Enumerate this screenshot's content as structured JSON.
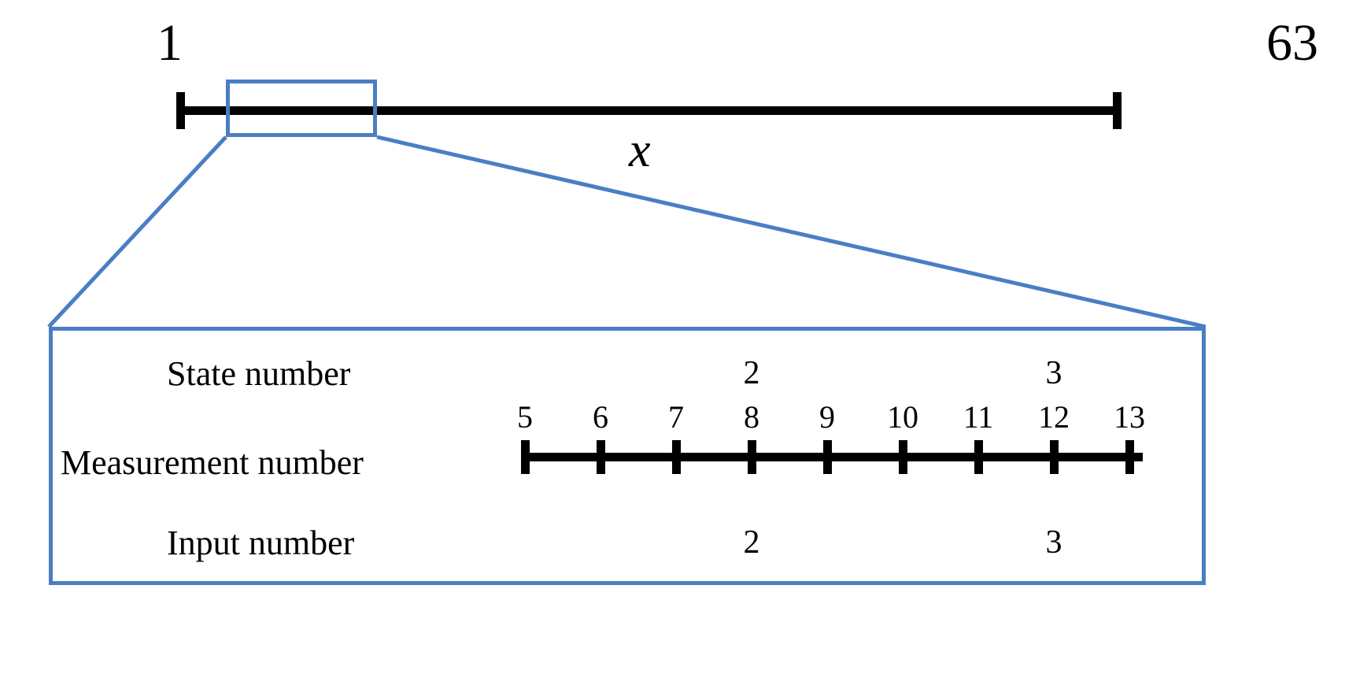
{
  "overview": {
    "start_label": "1",
    "end_label": "63",
    "variable_label": "x"
  },
  "detail": {
    "row_labels": {
      "state": "State number",
      "measurement": "Measurement number",
      "input": "Input number"
    },
    "measurement_numbers": [
      "5",
      "6",
      "7",
      "8",
      "9",
      "10",
      "11",
      "12",
      "13"
    ],
    "state_numbers": [
      {
        "value": "2",
        "at_measurement": "8"
      },
      {
        "value": "3",
        "at_measurement": "12"
      }
    ],
    "input_numbers": [
      {
        "value": "2",
        "at_measurement": "8"
      },
      {
        "value": "3",
        "at_measurement": "12"
      }
    ]
  },
  "colors": {
    "accent_blue": "#4a7ec4",
    "line_black": "#000000",
    "background": "#ffffff"
  },
  "chart_data": {
    "type": "table",
    "title": "",
    "xlabel": "Measurement number",
    "ylabel": "",
    "categories": [
      "5",
      "6",
      "7",
      "8",
      "9",
      "10",
      "11",
      "12",
      "13"
    ],
    "series": [
      {
        "name": "State number",
        "values": [
          "",
          "",
          "",
          "2",
          "",
          "",
          "",
          "3",
          ""
        ]
      },
      {
        "name": "Measurement number",
        "values": [
          "5",
          "6",
          "7",
          "8",
          "9",
          "10",
          "11",
          "12",
          "13"
        ]
      },
      {
        "name": "Input number",
        "values": [
          "",
          "",
          "",
          "2",
          "",
          "",
          "",
          "3",
          ""
        ]
      }
    ],
    "axis_range": [
      "1",
      "63"
    ],
    "zoom_window": [
      "5",
      "13"
    ],
    "grid": false,
    "legend": "none"
  }
}
